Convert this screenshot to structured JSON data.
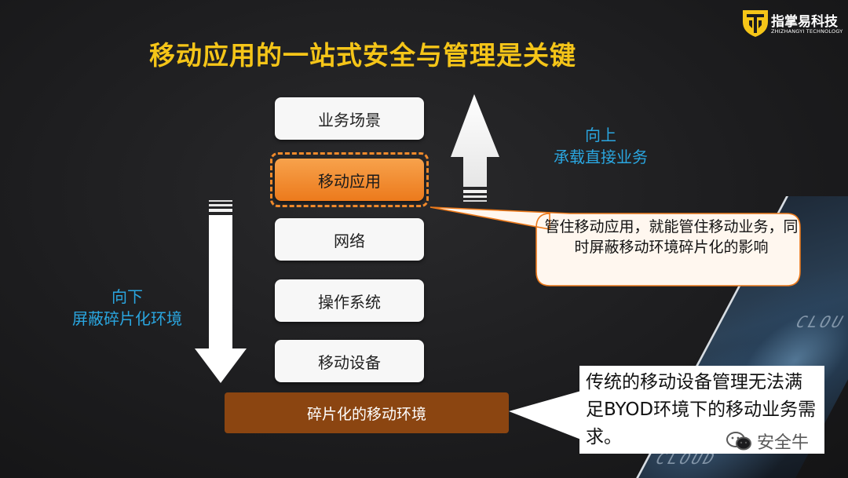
{
  "title": "移动应用的一站式安全与管理是关键",
  "logo": {
    "name_cn": "指掌易科技",
    "name_en": "ZHIZHANGYI TECHNOLOGY"
  },
  "stack": [
    {
      "label": "业务场景"
    },
    {
      "label": "移动应用"
    },
    {
      "label": "网络"
    },
    {
      "label": "操作系统"
    },
    {
      "label": "移动设备"
    }
  ],
  "base_label": "碎片化的移动环境",
  "up_note": {
    "line1": "向上",
    "line2": "承载直接业务"
  },
  "down_note": {
    "line1": "向下",
    "line2": "屏蔽碎片化环境"
  },
  "callout": "管住移动应用，就能管住移动业务，同时屏蔽移动环境碎片化的影响",
  "note": "传统的移动设备管理无法满足BYOD环境下的移动业务需求。",
  "photo_text": {
    "a": "CLOU",
    "b": "CLOUD"
  },
  "watermark": "安全牛",
  "colors": {
    "title": "#f5c518",
    "accent_orange": "#ec7a1c",
    "base_brown": "#8b4511",
    "blue_text": "#2aa6e0"
  }
}
